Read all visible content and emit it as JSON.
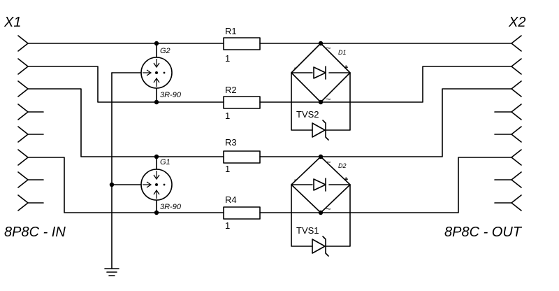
{
  "connectors": {
    "left": {
      "name": "X1",
      "type": "8P8C - IN"
    },
    "right": {
      "name": "X2",
      "type": "8P8C - OUT"
    }
  },
  "resistors": [
    {
      "ref": "R1",
      "value": "1"
    },
    {
      "ref": "R2",
      "value": "1"
    },
    {
      "ref": "R3",
      "value": "1"
    },
    {
      "ref": "R4",
      "value": "1"
    }
  ],
  "gas_arresters": [
    {
      "ref": "G2",
      "type": "3R-90"
    },
    {
      "ref": "G1",
      "type": "3R-90"
    }
  ],
  "bridges": [
    {
      "ref": "D1"
    },
    {
      "ref": "D2"
    }
  ],
  "tvs": [
    {
      "ref": "TVS2"
    },
    {
      "ref": "TVS1"
    }
  ],
  "pin_marks": {
    "ac": "~",
    "minus": "-",
    "plus": "+"
  }
}
